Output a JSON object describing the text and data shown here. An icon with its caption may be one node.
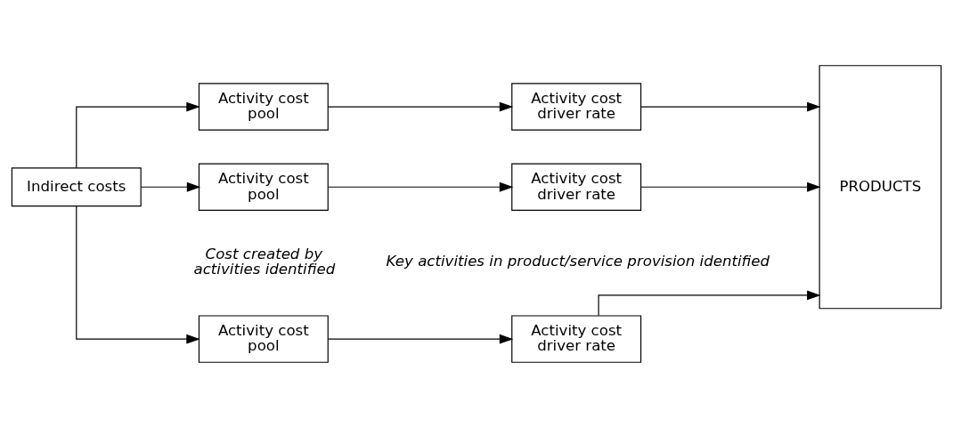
{
  "diagram": {
    "nodes": [
      {
        "text": [
          "Indirect costs"
        ]
      },
      {
        "text": [
          "Activity cost pool"
        ]
      },
      {
        "text": [
          "Activity cost pool"
        ]
      },
      {
        "text": [
          "Activity cost pool"
        ]
      },
      {
        "text": [
          "Activity cost driver rate"
        ]
      },
      {
        "text": [
          "Activity cost driver rate"
        ]
      },
      {
        "text": [
          "Activity cost driver rate"
        ]
      },
      {
        "text": [
          "PRODUCTS"
        ]
      }
    ],
    "edges": [
      {
        "from": 0,
        "to": 1,
        "arrow": "to"
      },
      {
        "from": 0,
        "to": 2,
        "arrow": "to"
      },
      {
        "from": 0,
        "to": 3,
        "arrow": "to"
      },
      {
        "from": 1,
        "to": 4,
        "arrow": "to"
      },
      {
        "from": 2,
        "to": 5,
        "arrow": "to"
      },
      {
        "from": 3,
        "to": 6,
        "arrow": "to"
      },
      {
        "from": 4,
        "to": 7,
        "arrow": "to"
      },
      {
        "from": 5,
        "to": 7,
        "arrow": "to"
      },
      {
        "from": 6,
        "to": 7,
        "arrow": "to"
      }
    ],
    "labels": [
      "Cost created by activities identified",
      "Key activities in product/service provision identified"
    ]
  }
}
